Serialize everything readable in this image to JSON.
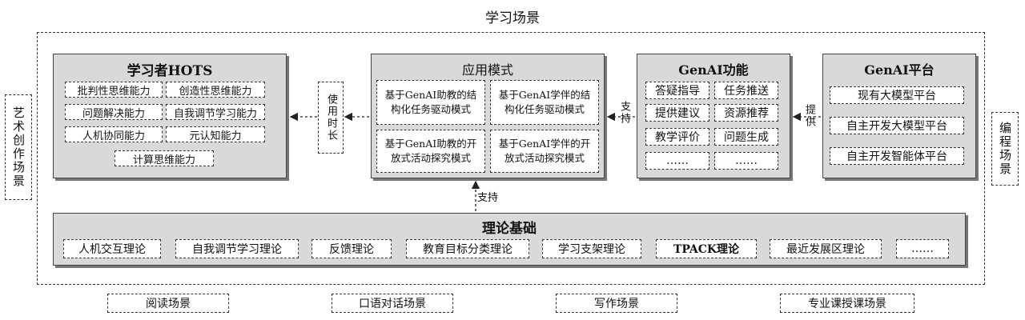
{
  "scene_title": "学习场景",
  "left_scene": "艺术创作场景",
  "right_scene": "编程场景",
  "hots": {
    "title": "学习者HOTS",
    "items": [
      "批判性思维能力",
      "创造性思维能力",
      "问题解决能力",
      "自我调节学习能力",
      "人机协同能力",
      "元认知能力",
      "计算思维能力"
    ]
  },
  "usage_label": "使用时长",
  "modes": {
    "title": "应用模式",
    "items": [
      "基于GenAI助教的结构化任务驱动模式",
      "基于GenAI学伴的结构化任务驱动模式",
      "基于GenAI助教的开放式活动探究模式",
      "基于GenAI学伴的开放式活动探究模式"
    ]
  },
  "support_label": "支持",
  "support_label_2": "支持",
  "functions": {
    "title": "GenAI功能",
    "items": [
      "答疑指导",
      "任务推送",
      "提供建议",
      "资源推荐",
      "教学评价",
      "问题生成",
      "……",
      "……"
    ]
  },
  "provide_label": "提供",
  "platform": {
    "title": "GenAI平台",
    "items": [
      "现有大模型平台",
      "自主开发大模型平台",
      "自主开发智能体平台"
    ]
  },
  "theory": {
    "title": "理论基础",
    "items": [
      "人机交互理论",
      "自我调节学习理论",
      "反馈理论",
      "教育目标分类理论",
      "学习支架理论",
      "TPACK理论",
      "最近发展区理论",
      "……"
    ]
  },
  "bottom_scenes": [
    "阅读场景",
    "口语对话场景",
    "写作场景",
    "专业课授课场景"
  ]
}
